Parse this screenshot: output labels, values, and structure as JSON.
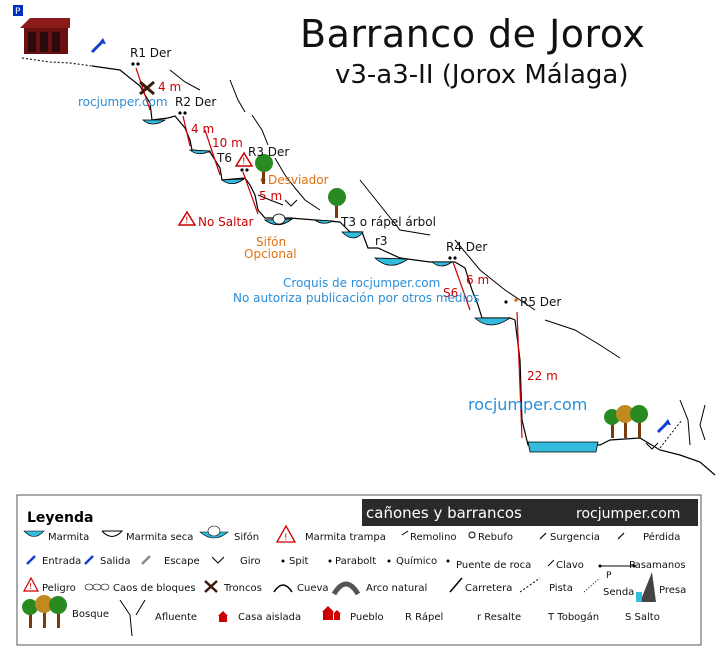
{
  "title": "Barranco de Jorox",
  "subtitle": "v3-a3-II (Jorox Málaga)",
  "watermark_center": "rocjumper.com",
  "watermark_top": "rocjumper.com",
  "credits": [
    "Croquis de rocjumper.com",
    "No autoriza publicación por otros medios"
  ],
  "p_marker": "P",
  "labels": {
    "r1": "R1 Der",
    "r2": "R2 Der",
    "r3": "R3 Der",
    "r4": "R4 Der",
    "r5": "R5 Der",
    "t3": "T3 o rápel árbol",
    "t6": "T6",
    "s6": "S6",
    "r3_small": "r3",
    "d4a": "4 m",
    "d4b": "4 m",
    "d10": "10 m",
    "d5": "5 m",
    "d6": "6 m",
    "d22": "22 m",
    "desviador": "Desviador",
    "no_saltar": "No Saltar",
    "sifon1": "Sifón",
    "sifon2": "Opcional"
  },
  "legend": {
    "heading": "Leyenda",
    "banner_left": "cañones y barrancos",
    "banner_right": "rocjumper.com",
    "items": {
      "marmita": "Marmita",
      "marmita_seca": "Marmita seca",
      "sifon": "Sifón",
      "marmita_trampa": "Marmita trampa",
      "remolino": "Remolino",
      "rebufo": "Rebufo",
      "surgencia": "Surgencia",
      "perdida": "Pérdida",
      "entrada": "Entrada",
      "salida": "Salida",
      "escape": "Escape",
      "giro": "Giro",
      "spit": "Spit",
      "parabolt": "Parabolt",
      "quimico": "Químico",
      "puente": "Puente de roca",
      "clavo": "Clavo",
      "pasamanos": "Pasamanos",
      "peligro": "Peligro",
      "caos": "Caos de bloques",
      "troncos": "Troncos",
      "cueva": "Cueva",
      "arco": "Arco natural",
      "carretera": "Carretera",
      "pista": "Pista",
      "senda": "Senda",
      "presa": "Presa",
      "bosque": "Bosque",
      "afluente": "Afluente",
      "casa": "Casa aislada",
      "pueblo": "Pueblo",
      "rapel": "R Rápel",
      "resalte": "r Resalte",
      "tobogan": "T Tobogán",
      "salto": "S Salto",
      "p_letter": "P"
    }
  },
  "colors": {
    "water": "#33bbdd",
    "rope": "#cc0000",
    "distance": "#cc0000",
    "orange": "#e07010",
    "blue_text": "#2a8fd8",
    "tree_green": "#2a8a22",
    "trunk": "#7a3a10",
    "hut": "#8b1a1a",
    "banner_bg": "#2a2a2a"
  }
}
